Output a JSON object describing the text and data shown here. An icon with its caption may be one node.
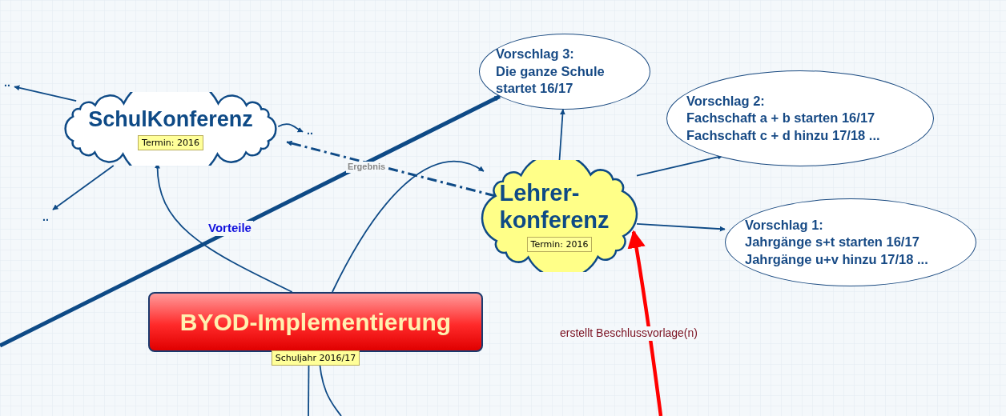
{
  "diagram": {
    "nodes": [
      {
        "text": [
          "SchulKonferenz",
          "Termin: 2016"
        ]
      },
      {
        "text": [
          ".."
        ]
      },
      {
        "text": [
          ".."
        ]
      },
      {
        "text": [
          ".."
        ]
      },
      {
        "text": [
          "Vorschlag 3:",
          "Die ganze Schule startet 16/17"
        ]
      },
      {
        "text": [
          "Vorschlag 2:",
          "Fachschaft a + b starten 16/17",
          "Fachschaft c + d hinzu 17/18 ..."
        ]
      },
      {
        "text": [
          "Lehrer- konferenz",
          "Termin: 2016"
        ]
      },
      {
        "text": [
          "Vorschlag 1:",
          "Jahrgänge s+t starten 16/17",
          "Jahrgänge u+v hinzu 17/18 ..."
        ]
      },
      {
        "text": [
          "BYOD-Implementierung"
        ],
        "beside": [
          "Schuljahr 2016/17"
        ]
      }
    ],
    "edges": [
      {
        "from": 0,
        "to": 1,
        "arrow": "to"
      },
      {
        "from": 0,
        "to": 2,
        "arrow": "to"
      },
      {
        "from": 0,
        "to": 3,
        "arrow": "to"
      },
      {
        "from": null,
        "to": 4,
        "arrow": "to",
        "label": "Vorteile",
        "style": "thick"
      },
      {
        "from": 6,
        "to": 0,
        "arrow": "to",
        "label": "Ergebnis",
        "style": "dashed"
      },
      {
        "from": 8,
        "to": 0,
        "arrow": "to"
      },
      {
        "from": 8,
        "to": 6,
        "arrow": "to"
      },
      {
        "from": 6,
        "to": 4,
        "arrow": "to"
      },
      {
        "from": 6,
        "to": 5,
        "arrow": "to"
      },
      {
        "from": 6,
        "to": 7,
        "arrow": "to"
      },
      {
        "from": null,
        "to": 6,
        "arrow": "to",
        "label": "erstellt Beschlussvorlage(n)",
        "style": "thick",
        "color": "#ff0000"
      },
      {
        "from": 8,
        "to": null,
        "arrow": "none"
      },
      {
        "from": 8,
        "to": null,
        "arrow": "none"
      }
    ]
  }
}
